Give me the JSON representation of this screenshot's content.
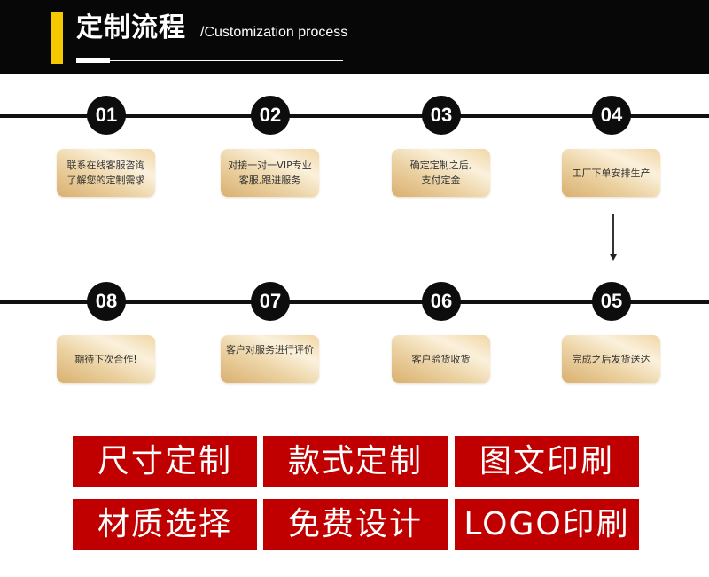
{
  "header": {
    "title": "定制流程",
    "subtitle": "/Customization process",
    "accent_color": "#f5c800",
    "background_color": "#070707"
  },
  "steps": [
    {
      "number": "01",
      "text": "联系在线客服咨询了解您的定制需求"
    },
    {
      "number": "02",
      "text": "对接一对一VIP专业客服,跟进服务"
    },
    {
      "number": "03",
      "text": "确定定制之后,支付定金"
    },
    {
      "number": "04",
      "text": "工厂下单安排生产"
    },
    {
      "number": "05",
      "text": "完成之后发货送达"
    },
    {
      "number": "06",
      "text": "客户验货收货"
    },
    {
      "number": "07",
      "text": "客户对服务进行评价"
    },
    {
      "number": "08",
      "text": "期待下次合作!"
    }
  ],
  "features": {
    "color": "#c00000",
    "items": [
      {
        "label": "尺寸定制"
      },
      {
        "label": "款式定制"
      },
      {
        "label": "图文印刷"
      },
      {
        "label": "材质选择"
      },
      {
        "label": "免费设计"
      },
      {
        "label": "LOGO印刷"
      }
    ]
  }
}
